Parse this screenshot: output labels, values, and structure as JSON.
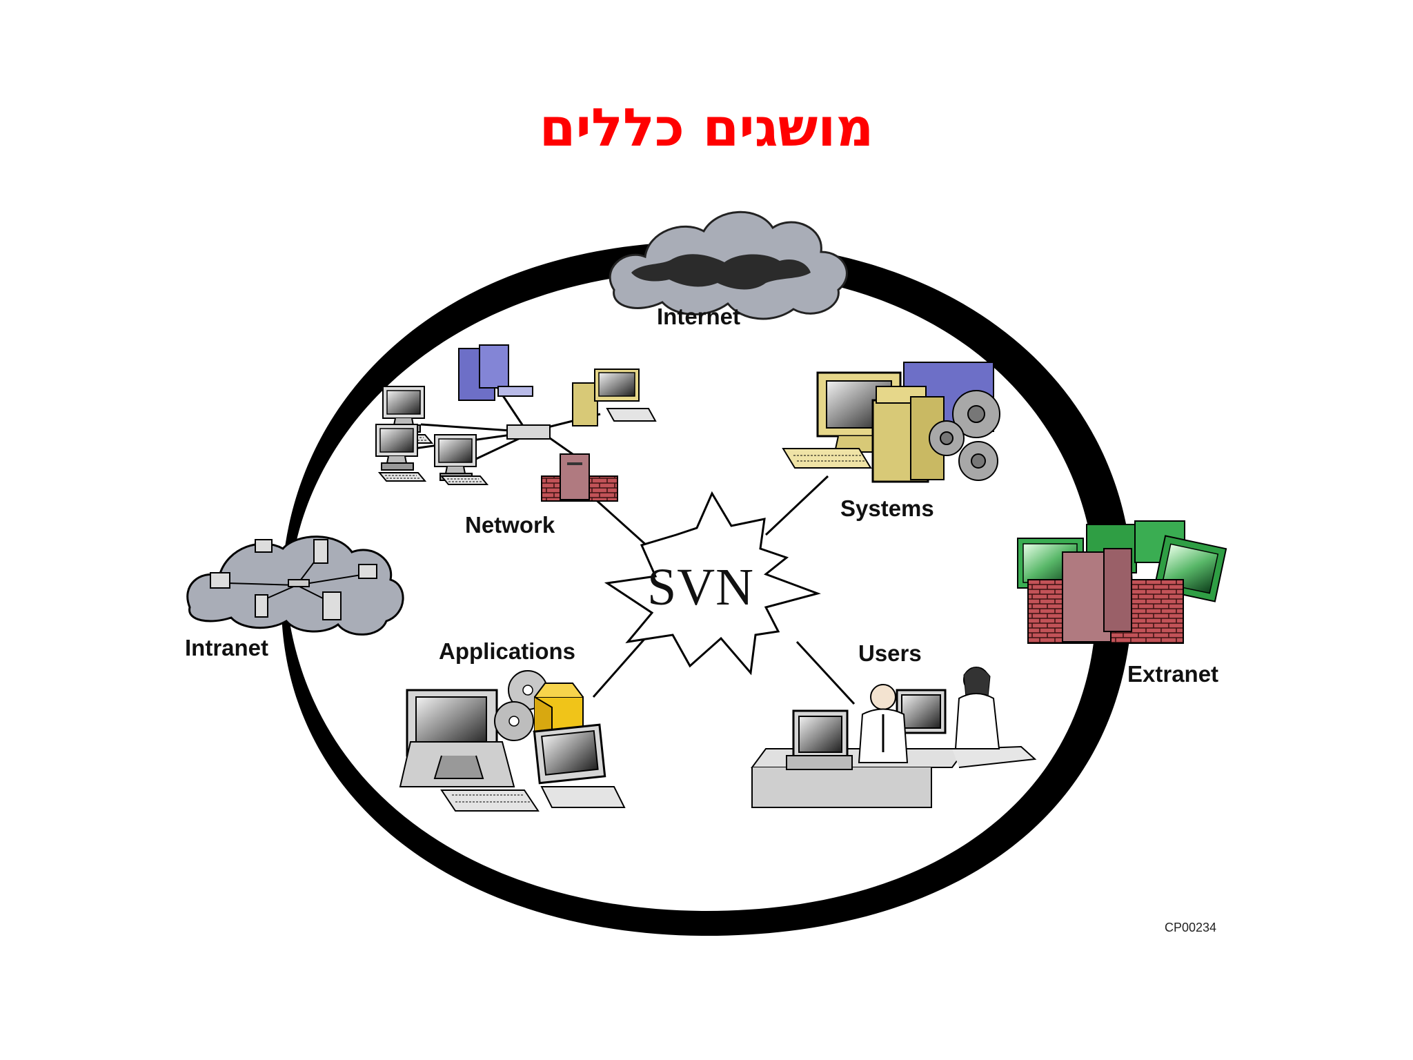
{
  "slide": {
    "title": "מושגים כללים",
    "center_label": "SVN",
    "code": "CP00234"
  },
  "nodes": {
    "internet": "Internet",
    "network": "Network",
    "systems": "Systems",
    "intranet": "Intranet",
    "extranet": "Extranet",
    "applications": "Applications",
    "users": "Users"
  },
  "colors": {
    "title": "#ff0000",
    "ring": "#000000",
    "cloud": "#a9adb7",
    "firewall_brick": "#b5474b",
    "server_purple": "#6d6fc7",
    "server_tan": "#d8c977",
    "server_green": "#2f9e44"
  }
}
